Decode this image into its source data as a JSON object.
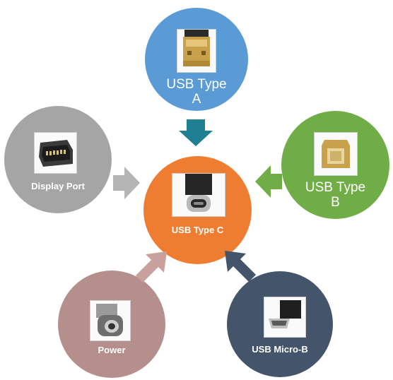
{
  "diagram": {
    "center": {
      "label": "USB Type C",
      "color": "#ee7d31",
      "icon": "usb-type-c-connector-icon"
    },
    "nodes": [
      {
        "id": "typea",
        "label_line1": "USB Type",
        "label_line2": "A",
        "color": "#5b9bd5",
        "arrow_color": "#1f7f93",
        "icon": "usb-type-a-connector-icon"
      },
      {
        "id": "typeb",
        "label_line1": "USB Type",
        "label_line2": "B",
        "color": "#70ad47",
        "arrow_color": "#70ad47",
        "icon": "usb-type-b-connector-icon"
      },
      {
        "id": "dp",
        "label_line1": "Display Port",
        "color": "#a5a5a5",
        "arrow_color": "#b4b4b4",
        "icon": "displayport-connector-icon"
      },
      {
        "id": "power",
        "label_line1": "Power",
        "color": "#b58f8b",
        "arrow_color": "#c8a09c",
        "icon": "barrel-power-connector-icon"
      },
      {
        "id": "micro",
        "label_line1": "USB Micro-B",
        "color": "#44546a",
        "arrow_color": "#44546a",
        "icon": "usb-micro-b-connector-icon"
      }
    ]
  }
}
